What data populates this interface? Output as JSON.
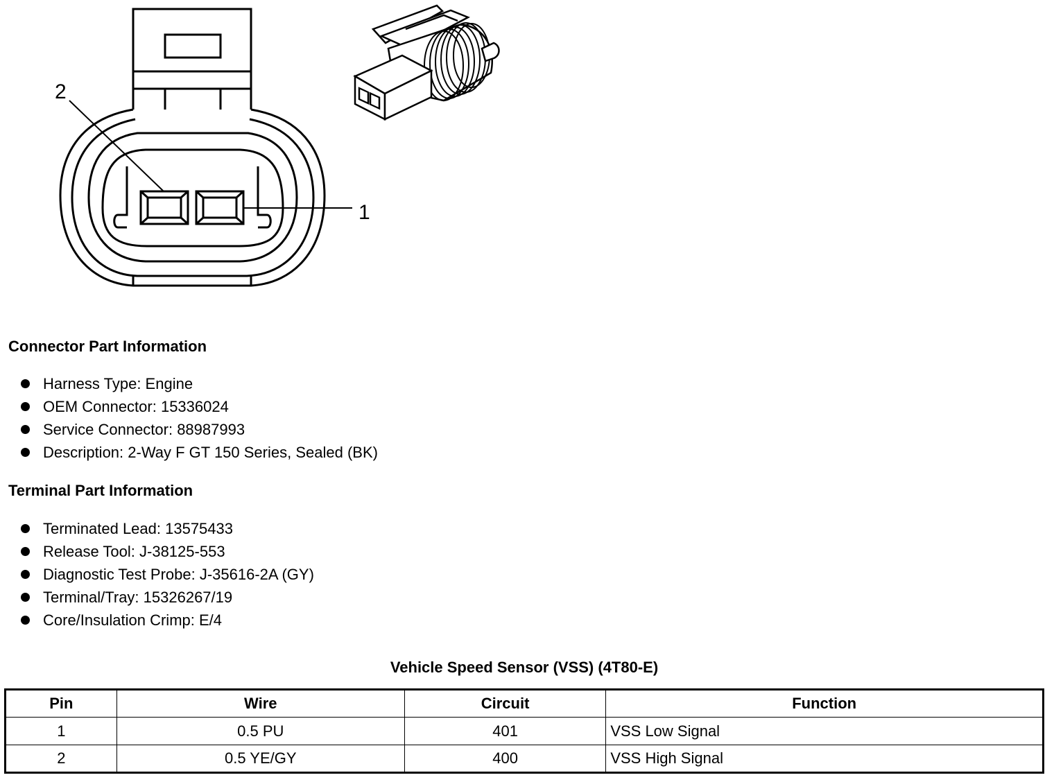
{
  "diagram": {
    "pin_callouts": [
      "2",
      "1"
    ]
  },
  "connector_info": {
    "heading": "Connector Part Information",
    "items": [
      "Harness Type: Engine",
      "OEM Connector: 15336024",
      "Service Connector: 88987993",
      "Description: 2-Way F GT 150 Series, Sealed (BK)"
    ]
  },
  "terminal_info": {
    "heading": "Terminal Part Information",
    "items": [
      "Terminated Lead: 13575433",
      "Release Tool: J-38125-553",
      "Diagnostic Test Probe: J-35616-2A (GY)",
      "Terminal/Tray: 15326267/19",
      "Core/Insulation Crimp: E/4"
    ]
  },
  "pinout_table": {
    "title": "Vehicle Speed Sensor (VSS) (4T80-E)",
    "headers": [
      "Pin",
      "Wire",
      "Circuit",
      "Function"
    ],
    "rows": [
      [
        "1",
        "0.5 PU",
        "401",
        "VSS Low Signal"
      ],
      [
        "2",
        "0.5 YE/GY",
        "400",
        "VSS High Signal"
      ]
    ]
  }
}
